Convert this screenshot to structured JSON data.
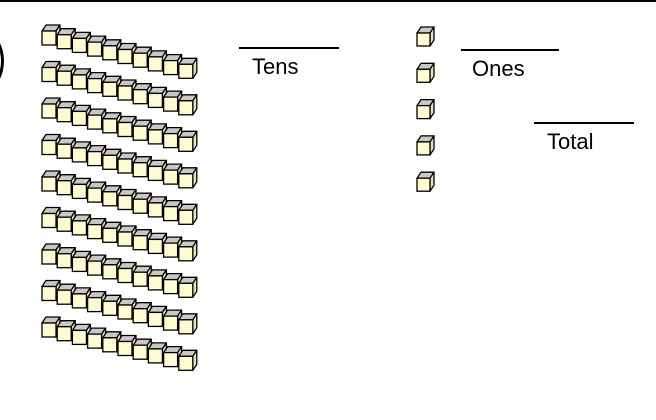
{
  "labels": {
    "tens": "Tens",
    "ones": "Ones",
    "total": "Total"
  },
  "blocks": {
    "tens_rods": 9,
    "cubes_per_rod": 10,
    "ones_cubes": 5
  },
  "colors": {
    "cube_front": "#fffcd2",
    "cube_top": "#c8c8c8",
    "cube_side": "#e6e3b5",
    "outline": "#000000"
  }
}
